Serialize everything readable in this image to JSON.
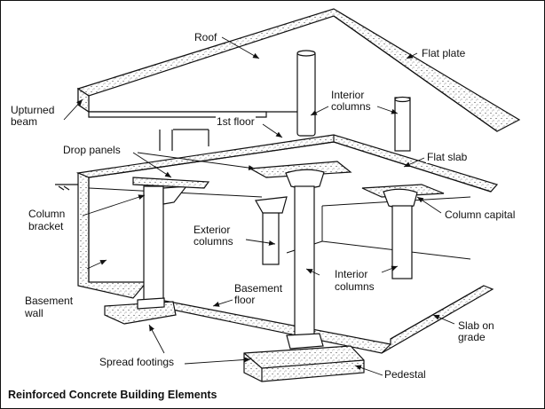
{
  "caption": "Reinforced Concrete Building Elements",
  "labels": {
    "roof": "Roof",
    "flat_plate": "Flat plate",
    "upturned_beam": [
      "Upturned",
      "beam"
    ],
    "interior_columns_top": [
      "Interior",
      "columns"
    ],
    "first_floor": "1st floor",
    "drop_panels": "Drop panels",
    "flat_slab": "Flat slab",
    "column_bracket": [
      "Column",
      "bracket"
    ],
    "column_capital": "Column capital",
    "exterior_columns": [
      "Exterior",
      "columns"
    ],
    "interior_columns_bottom": [
      "Interior",
      "columns"
    ],
    "basement_wall": [
      "Basement",
      "wall"
    ],
    "basement_floor": [
      "Basement",
      "floor"
    ],
    "slab_on_grade": [
      "Slab on",
      "grade"
    ],
    "spread_footings": "Spread footings",
    "pedestal": "Pedestal"
  },
  "colors": {
    "line": "#111111",
    "concrete_dots": "#444444",
    "background": "#ffffff"
  }
}
